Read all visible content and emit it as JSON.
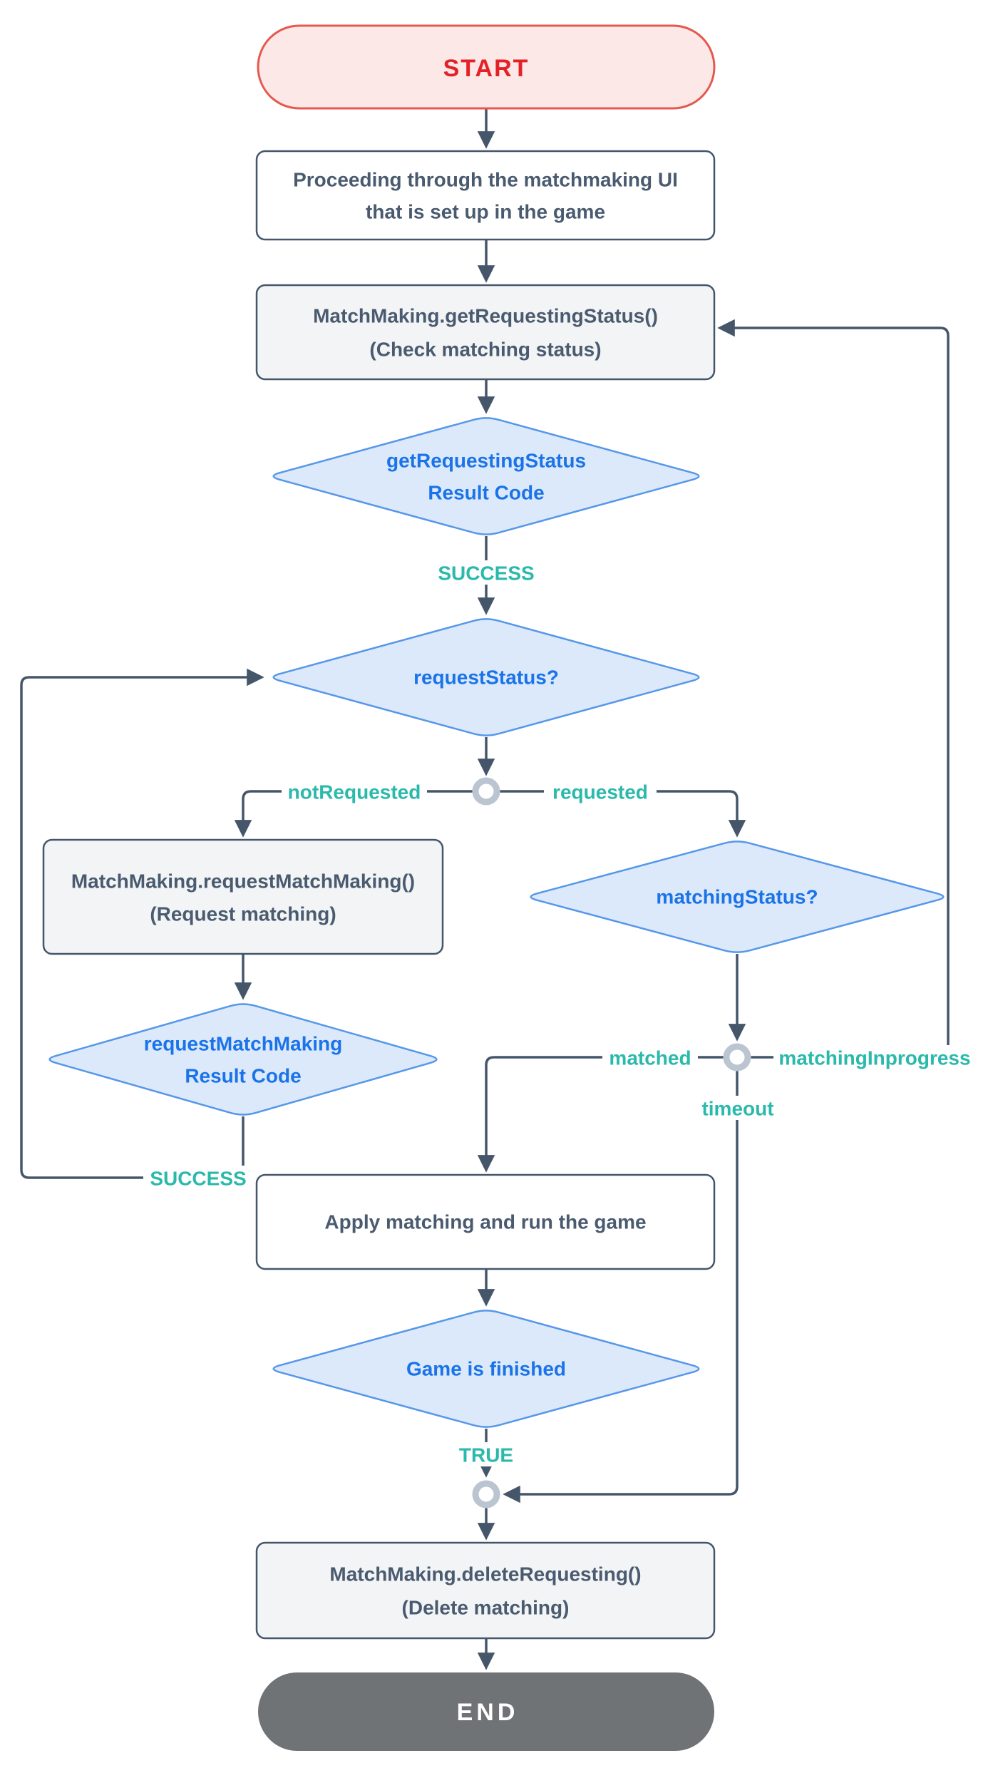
{
  "nodes": {
    "start": {
      "label": "START"
    },
    "proceed": {
      "lines": [
        "Proceeding through the matchmaking UI",
        "that is set up in the game"
      ]
    },
    "get_status": {
      "lines": [
        "MatchMaking.getRequestingStatus()",
        "(Check matching status)"
      ]
    },
    "get_status_result": {
      "lines": [
        "getRequestingStatus",
        "Result Code"
      ]
    },
    "request_status": {
      "label": "requestStatus?"
    },
    "request_matchmaking": {
      "lines": [
        "MatchMaking.requestMatchMaking()",
        "(Request matching)"
      ]
    },
    "request_matchmaking_result": {
      "lines": [
        "requestMatchMaking",
        "Result Code"
      ]
    },
    "matching_status": {
      "label": "matchingStatus?"
    },
    "apply_matching": {
      "label": "Apply matching and run the game"
    },
    "game_finished": {
      "label": "Game is finished"
    },
    "delete_requesting": {
      "lines": [
        "MatchMaking.deleteRequesting()",
        "(Delete matching)"
      ]
    },
    "end": {
      "label": "END"
    }
  },
  "edge_labels": {
    "get_status_success": "SUCCESS",
    "not_requested": "notRequested",
    "requested": "requested",
    "request_success": "SUCCESS",
    "matched": "matched",
    "matching_inprogress": "matchingInprogress",
    "timeout": "timeout",
    "game_true": "TRUE"
  },
  "colors": {
    "line": "#45566B",
    "node_border": "#45566B",
    "node_text": "#4A5B70",
    "process_fill": "#F3F4F6",
    "decision_fill": "#DCE9FB",
    "decision_border": "#5697E9",
    "decision_text": "#1A73E8",
    "edge_label": "#2BB9AB",
    "connector": "#BAC5D1",
    "start_fill": "#FCE9E7",
    "start_border": "#E5594E",
    "start_text": "#E42127",
    "end_fill": "#6F7376",
    "end_text": "#FFFFFF",
    "canvas_bg": "#FFFFFF"
  }
}
